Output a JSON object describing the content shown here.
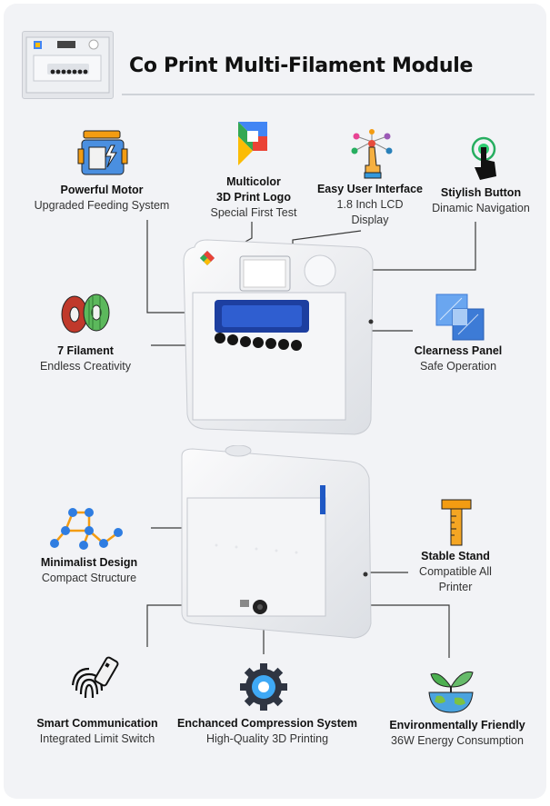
{
  "title": "Co Print Multi-Filament Module",
  "features": {
    "powerful_motor": {
      "title": "Powerful Motor",
      "sub": "Upgraded Feeding System"
    },
    "multicolor_logo": {
      "title1": "Multicolor",
      "title2": "3D Print Logo",
      "sub": "Special First Test"
    },
    "easy_ui": {
      "title": "Easy User Interface",
      "sub1": "1.8 Inch LCD",
      "sub2": "Display"
    },
    "stylish_button": {
      "title": "Stiylish Button",
      "sub": "Dinamic Navigation"
    },
    "seven_filament": {
      "title": "7 Filament",
      "sub": "Endless Creativity"
    },
    "clearness_panel": {
      "title": "Clearness Panel",
      "sub": "Safe Operation"
    },
    "minimalist_design": {
      "title": "Minimalist Design",
      "sub": "Compact Structure"
    },
    "stable_stand": {
      "title": "Stable Stand",
      "sub1": "Compatible All",
      "sub2": "Printer"
    },
    "smart_communication": {
      "title": "Smart Communication",
      "sub": "Integrated Limit Switch"
    },
    "compression_system": {
      "title": "Enchanced Compression System",
      "sub": "High-Quality 3D Printing"
    },
    "eco_friendly": {
      "title": "Environmentally Friendly",
      "sub": "36W Energy Consumption"
    }
  },
  "colors": {
    "background": "#f2f3f6",
    "device": "#eceef1",
    "accent_blue": "#1f58c4",
    "orange": "#f39c12",
    "line": "#333333"
  }
}
